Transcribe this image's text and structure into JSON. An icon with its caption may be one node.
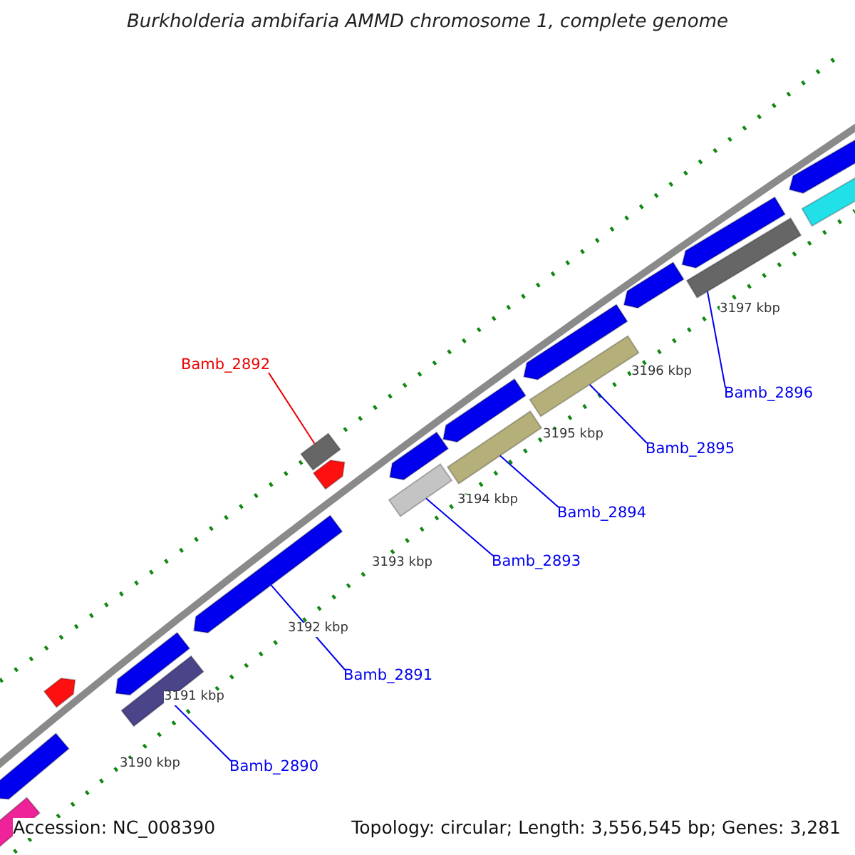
{
  "diagram": {
    "title": "Burkholderia ambifaria AMMD chromosome 1, complete genome",
    "nodes": [
      {
        "text": [
          "Bamb_2892"
        ]
      },
      {
        "text": [
          "Bamb_2896"
        ]
      },
      {
        "text": [
          "Bamb_2895"
        ]
      },
      {
        "text": [
          "Bamb_2894"
        ]
      },
      {
        "text": [
          "Bamb_2893"
        ]
      },
      {
        "text": [
          "Bamb_2891"
        ]
      },
      {
        "text": [
          "Bamb_2890"
        ]
      },
      {
        "text": [],
        "shape": "bar"
      },
      {
        "text": [],
        "shape": "bar"
      },
      {
        "text": [],
        "shape": "bar"
      },
      {
        "text": [],
        "shape": "bar"
      },
      {
        "text": [],
        "shape": "bar"
      },
      {
        "text": [],
        "shape": "bar"
      },
      {
        "text": [],
        "shape": "bar"
      },
      {
        "text": [],
        "shape": "bar"
      },
      {
        "text": [],
        "shape": "bar"
      },
      {
        "text": [],
        "shape": "bar"
      },
      {
        "text": [],
        "shape": "bar"
      },
      {
        "text": [],
        "shape": "bar"
      },
      {
        "text": [],
        "shape": "bar"
      },
      {
        "text": [],
        "shape": "bar"
      },
      {
        "text": [],
        "shape": "bar"
      },
      {
        "text": [],
        "shape": "bar"
      },
      {
        "text": [],
        "shape": "bar"
      },
      {
        "text": [],
        "shape": "bar"
      },
      {
        "text": [],
        "shape": "bar"
      }
    ],
    "edges": [
      {
        "from": 0,
        "to": 7,
        "arrow": "none",
        "color": "#ee0000"
      },
      {
        "from": 1,
        "to": 8,
        "arrow": "none"
      },
      {
        "from": 2,
        "to": 9,
        "arrow": "none"
      },
      {
        "from": 3,
        "to": 10,
        "arrow": "none"
      },
      {
        "from": 4,
        "to": 11,
        "arrow": "none"
      },
      {
        "from": 5,
        "to": 12,
        "arrow": "none"
      },
      {
        "from": 6,
        "to": 13,
        "arrow": "none"
      }
    ],
    "labels": [
      "3197 kbp",
      "3196 kbp",
      "3195 kbp",
      "3194 kbp",
      "3193 kbp",
      "3192 kbp",
      "3191 kbp",
      "3190 kbp",
      "Accession: NC_008390",
      "Topology: circular; Length: 3,556,545 bp; Genes: 3,281"
    ]
  }
}
